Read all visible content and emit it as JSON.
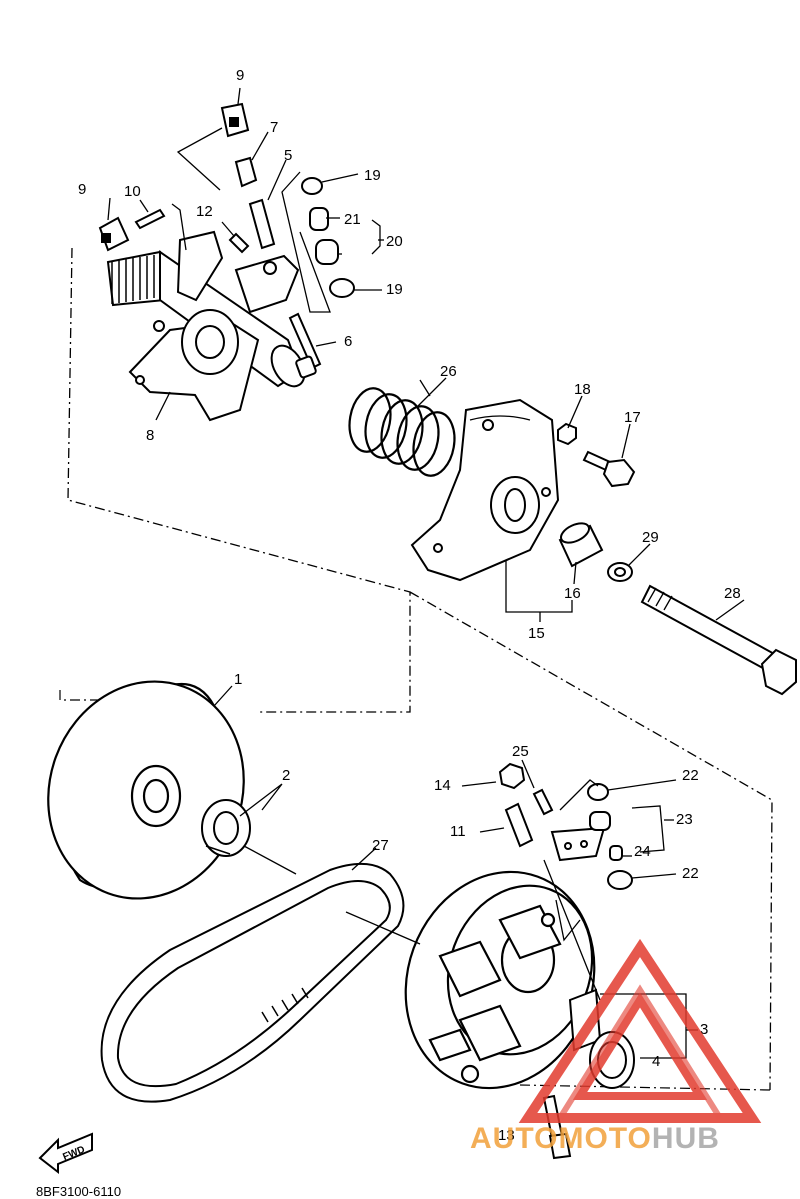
{
  "diagram_code": "8BF3100-6110",
  "direction_label": "FWD",
  "watermark": {
    "part1": "AUTO",
    "part2": "MOTO",
    "part3": "HUB",
    "colors": {
      "auto": "#f2a13a",
      "moto": "#f2a13a",
      "hub": "#a6a6a6",
      "triangle": "#e23b2e"
    }
  },
  "part_labels": {
    "p1": "1",
    "p2": "2",
    "p3": "3",
    "p4": "4",
    "p5": "5",
    "p6": "6",
    "p7": "7",
    "p8": "8",
    "p9a": "9",
    "p9b": "9",
    "p10": "10",
    "p11": "11",
    "p12": "12",
    "p13": "13",
    "p14": "14",
    "p15": "15",
    "p16": "16",
    "p17": "17",
    "p18": "18",
    "p19a": "19",
    "p19b": "19",
    "p20": "20",
    "p21": "21",
    "p22a": "22",
    "p22b": "22",
    "p23": "23",
    "p24": "24",
    "p25": "25",
    "p26": "26",
    "p27": "27",
    "p28": "28",
    "p29": "29"
  }
}
